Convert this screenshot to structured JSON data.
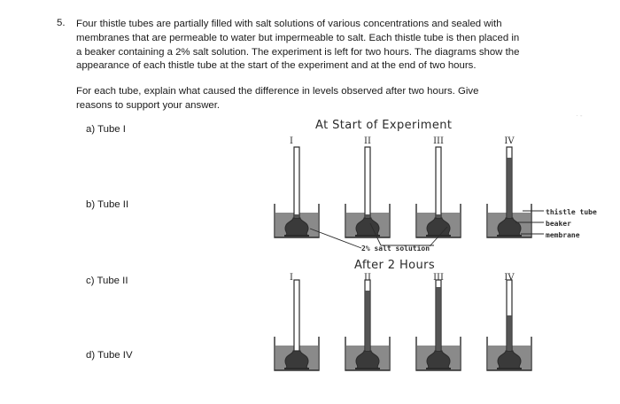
{
  "question": {
    "number": "5.",
    "lines": [
      "Four thistle tubes are partially filled with salt solutions of various concentrations and sealed with",
      "membranes that are permeable to water but impermeable to salt. Each thistle tube is then placed in",
      "a beaker containing a 2% salt solution. The experiment is left for two hours. The diagrams show the",
      "appearance of each thistle tube at the start of the experiment and at the end of two hours."
    ],
    "instruction_lines": [
      "For each tube, explain what caused the difference in levels observed after two hours. Give",
      "reasons to support your answer."
    ]
  },
  "subquestions": [
    {
      "label": "a)  Tube I"
    },
    {
      "label": "b)  Tube II"
    },
    {
      "label": "c)  Tube II"
    },
    {
      "label": "d)  Tube IV"
    }
  ],
  "diagram": {
    "start_heading": "At Start of Experiment",
    "end_heading": "After 2 Hours",
    "tube_labels": [
      "I",
      "II",
      "III",
      "IV"
    ],
    "start_fill": [
      0.05,
      0.05,
      0.05,
      0.85
    ],
    "end_fill": [
      0.0,
      0.85,
      0.9,
      0.5
    ],
    "solution_label": "2% salt solution",
    "legend": [
      "thistle tube",
      "beaker",
      "membrane"
    ],
    "colors": {
      "ink": "#2b2b2b",
      "solution": "#8a8a8a",
      "tube_fill": "#555555"
    }
  },
  "corner_mark": "· -"
}
